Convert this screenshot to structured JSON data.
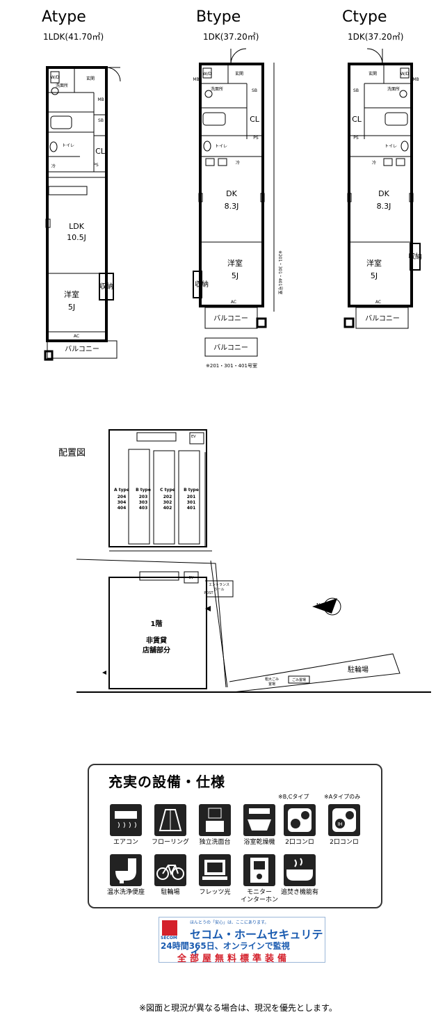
{
  "floorplans": {
    "a": {
      "title": "Atype",
      "area": "1LDK(41.70㎡)",
      "rooms": {
        "genkan": "玄関",
        "senmen": "洗面所",
        "mb": "MB",
        "sb": "SB",
        "toilet": "トイレ",
        "cl": "CL",
        "ps": "PS",
        "ldk": "LDK",
        "ldk_size": "10.5J",
        "yoshitsu": "洋室",
        "yoshitsu_size": "5J",
        "shuno": "収納",
        "balcony": "バルコニー",
        "ac": "AC",
        "wd": "W/D",
        "reizo": "冷"
      }
    },
    "b": {
      "title": "Btype",
      "area": "1DK(37.20㎡)",
      "rooms": {
        "genkan": "玄関",
        "senmen": "洗面所",
        "mb": "MB",
        "sb": "SB",
        "toilet": "トイレ",
        "cl": "CL",
        "ps": "PS",
        "dk": "DK",
        "dk_size": "8.3J",
        "yoshitsu": "洋室",
        "yoshitsu_size": "5J",
        "shuno": "収納",
        "balcony": "バルコニー",
        "ac": "AC",
        "wd": "W/D",
        "reizo": "冷"
      },
      "note_vertical": "※201・301・401号室",
      "note_bottom": "※201・301・401号室"
    },
    "c": {
      "title": "Ctype",
      "area": "1DK(37.20㎡)",
      "rooms": {
        "genkan": "玄関",
        "senmen": "洗面所",
        "mb": "MB",
        "sb": "SB",
        "toilet": "トイレ",
        "cl": "CL",
        "ps": "PS",
        "dk": "DK",
        "dk_size": "8.3J",
        "yoshitsu": "洋室",
        "yoshitsu_size": "5J",
        "shuno": "収納",
        "balcony": "バルコニー",
        "ac": "AC",
        "wd": "W/D",
        "reizo": "冷"
      }
    }
  },
  "site": {
    "title": "配置図",
    "units": [
      {
        "type": "A type",
        "rooms": [
          "204",
          "304",
          "404"
        ]
      },
      {
        "type": "B type",
        "rooms": [
          "203",
          "303",
          "403"
        ]
      },
      {
        "type": "C type",
        "rooms": [
          "202",
          "302",
          "402"
        ]
      },
      {
        "type": "B type",
        "rooms": [
          "201",
          "301",
          "401"
        ]
      }
    ],
    "top_ev": "EV",
    "floor1": "1階",
    "store1": "非賃貸",
    "store2": "店舗部分",
    "entrance1": "エントランス",
    "entrance2": "ホール",
    "post": "POST",
    "ev": "EV",
    "bike": "駐輪場",
    "garbage": "ごみ置場",
    "large_garbage1": "粗大ごみ",
    "large_garbage2": "置場",
    "north": "N"
  },
  "equipment": {
    "title": "充実の設備・仕様",
    "note_bc": "※B,Cタイプ",
    "note_a": "※Aタイプのみ",
    "items": [
      {
        "label": "エアコン",
        "icon": "aircon-icon"
      },
      {
        "label": "フローリング",
        "icon": "flooring-icon"
      },
      {
        "label": "独立洗面台",
        "icon": "washbasin-icon"
      },
      {
        "label": "浴室乾燥機",
        "icon": "bath-dryer-icon"
      },
      {
        "label": "2口コンロ",
        "icon": "stove-2-icon"
      },
      {
        "label": "2口コンロ",
        "icon": "ih-stove-icon"
      },
      {
        "label": "温水洗浄便座",
        "icon": "washlet-icon"
      },
      {
        "label": "駐輪場",
        "icon": "bicycle-icon"
      },
      {
        "label": "フレッツ光",
        "icon": "fiber-internet-icon"
      },
      {
        "label": "モニター\nインターホン",
        "label1": "モニター",
        "label2": "インターホン",
        "icon": "intercom-icon"
      },
      {
        "label": "追焚き機能有",
        "icon": "reheat-bath-icon"
      }
    ],
    "ih": "IH"
  },
  "secom": {
    "logo": "SECOM",
    "tagline": "ほんとうの「安心」は、ここにあります。",
    "title": "セコム・ホームセキュリティ",
    "subtitle": "24時間365日、オンラインで監視",
    "standard": "全部屋無料標準装備",
    "colors": {
      "blue": "#1a5bb0",
      "red": "#d4202b"
    }
  },
  "footer": "※図面と現況が異なる場合は、現況を優先とします。"
}
